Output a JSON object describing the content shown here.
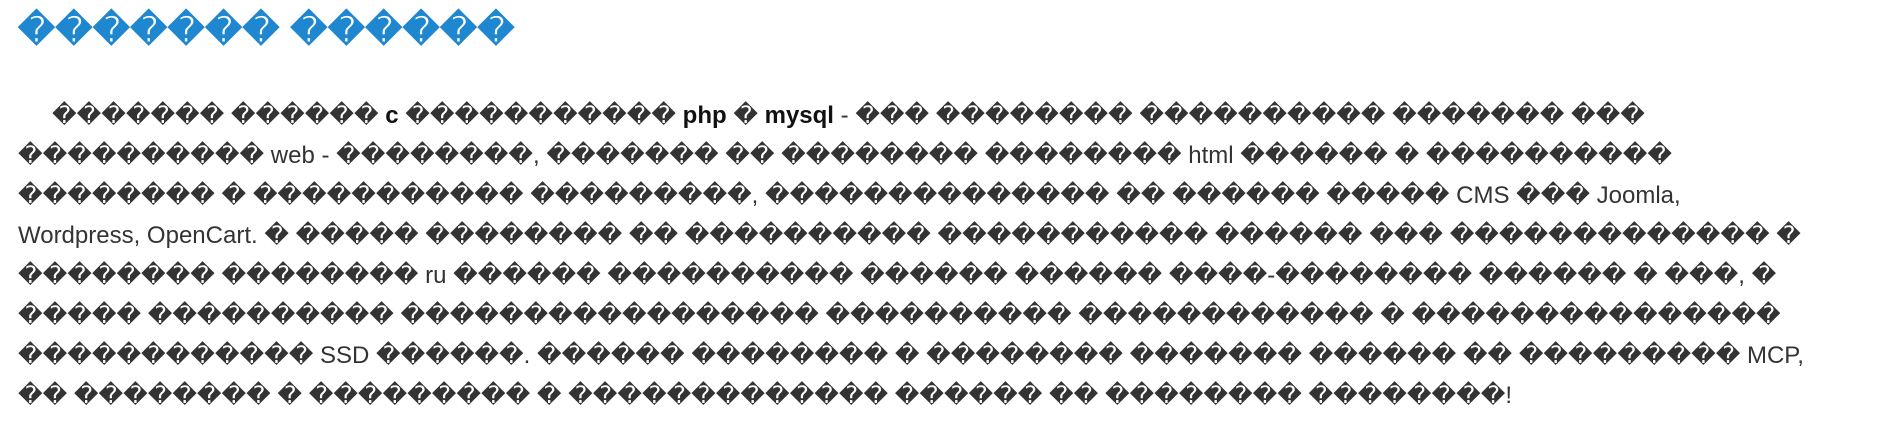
{
  "page": {
    "title": "������� ������",
    "paragraph": {
      "line1_a": "������� ������ ",
      "line1_b": "c",
      "line1_c": " ����������� ",
      "line1_d": "php",
      "line1_e": " � ",
      "line1_f": "mysql",
      "line1_g": " - ��� �������� ���������� ������� ���",
      "line2": "���������� web - ��������, ������� �� �������� �������� html ������ � ����������",
      "line3": "�������� � ����������� ���������, �������������� �� ������ ����� CMS ��� Joomla,",
      "line4": "Wordpress, OpenCart. � ����� �������� �� ���������� ����������� ������ ��� ������������� �",
      "line5": "�������� �������� ru ������ ���������� ������ ������ ����-�������� ������ � ���, �",
      "line6": "����� ���������� ����������������� ���������� ������������ � ���������������",
      "line7": "������������ SSD ������. ������ �������� � �������� ������� ������ �� ��������� MCP,",
      "line8": "�� �������� � ��������� � ������������� ������ �� �������� ��������!"
    }
  },
  "colors": {
    "title": "#1f87cf",
    "text": "#333333"
  }
}
